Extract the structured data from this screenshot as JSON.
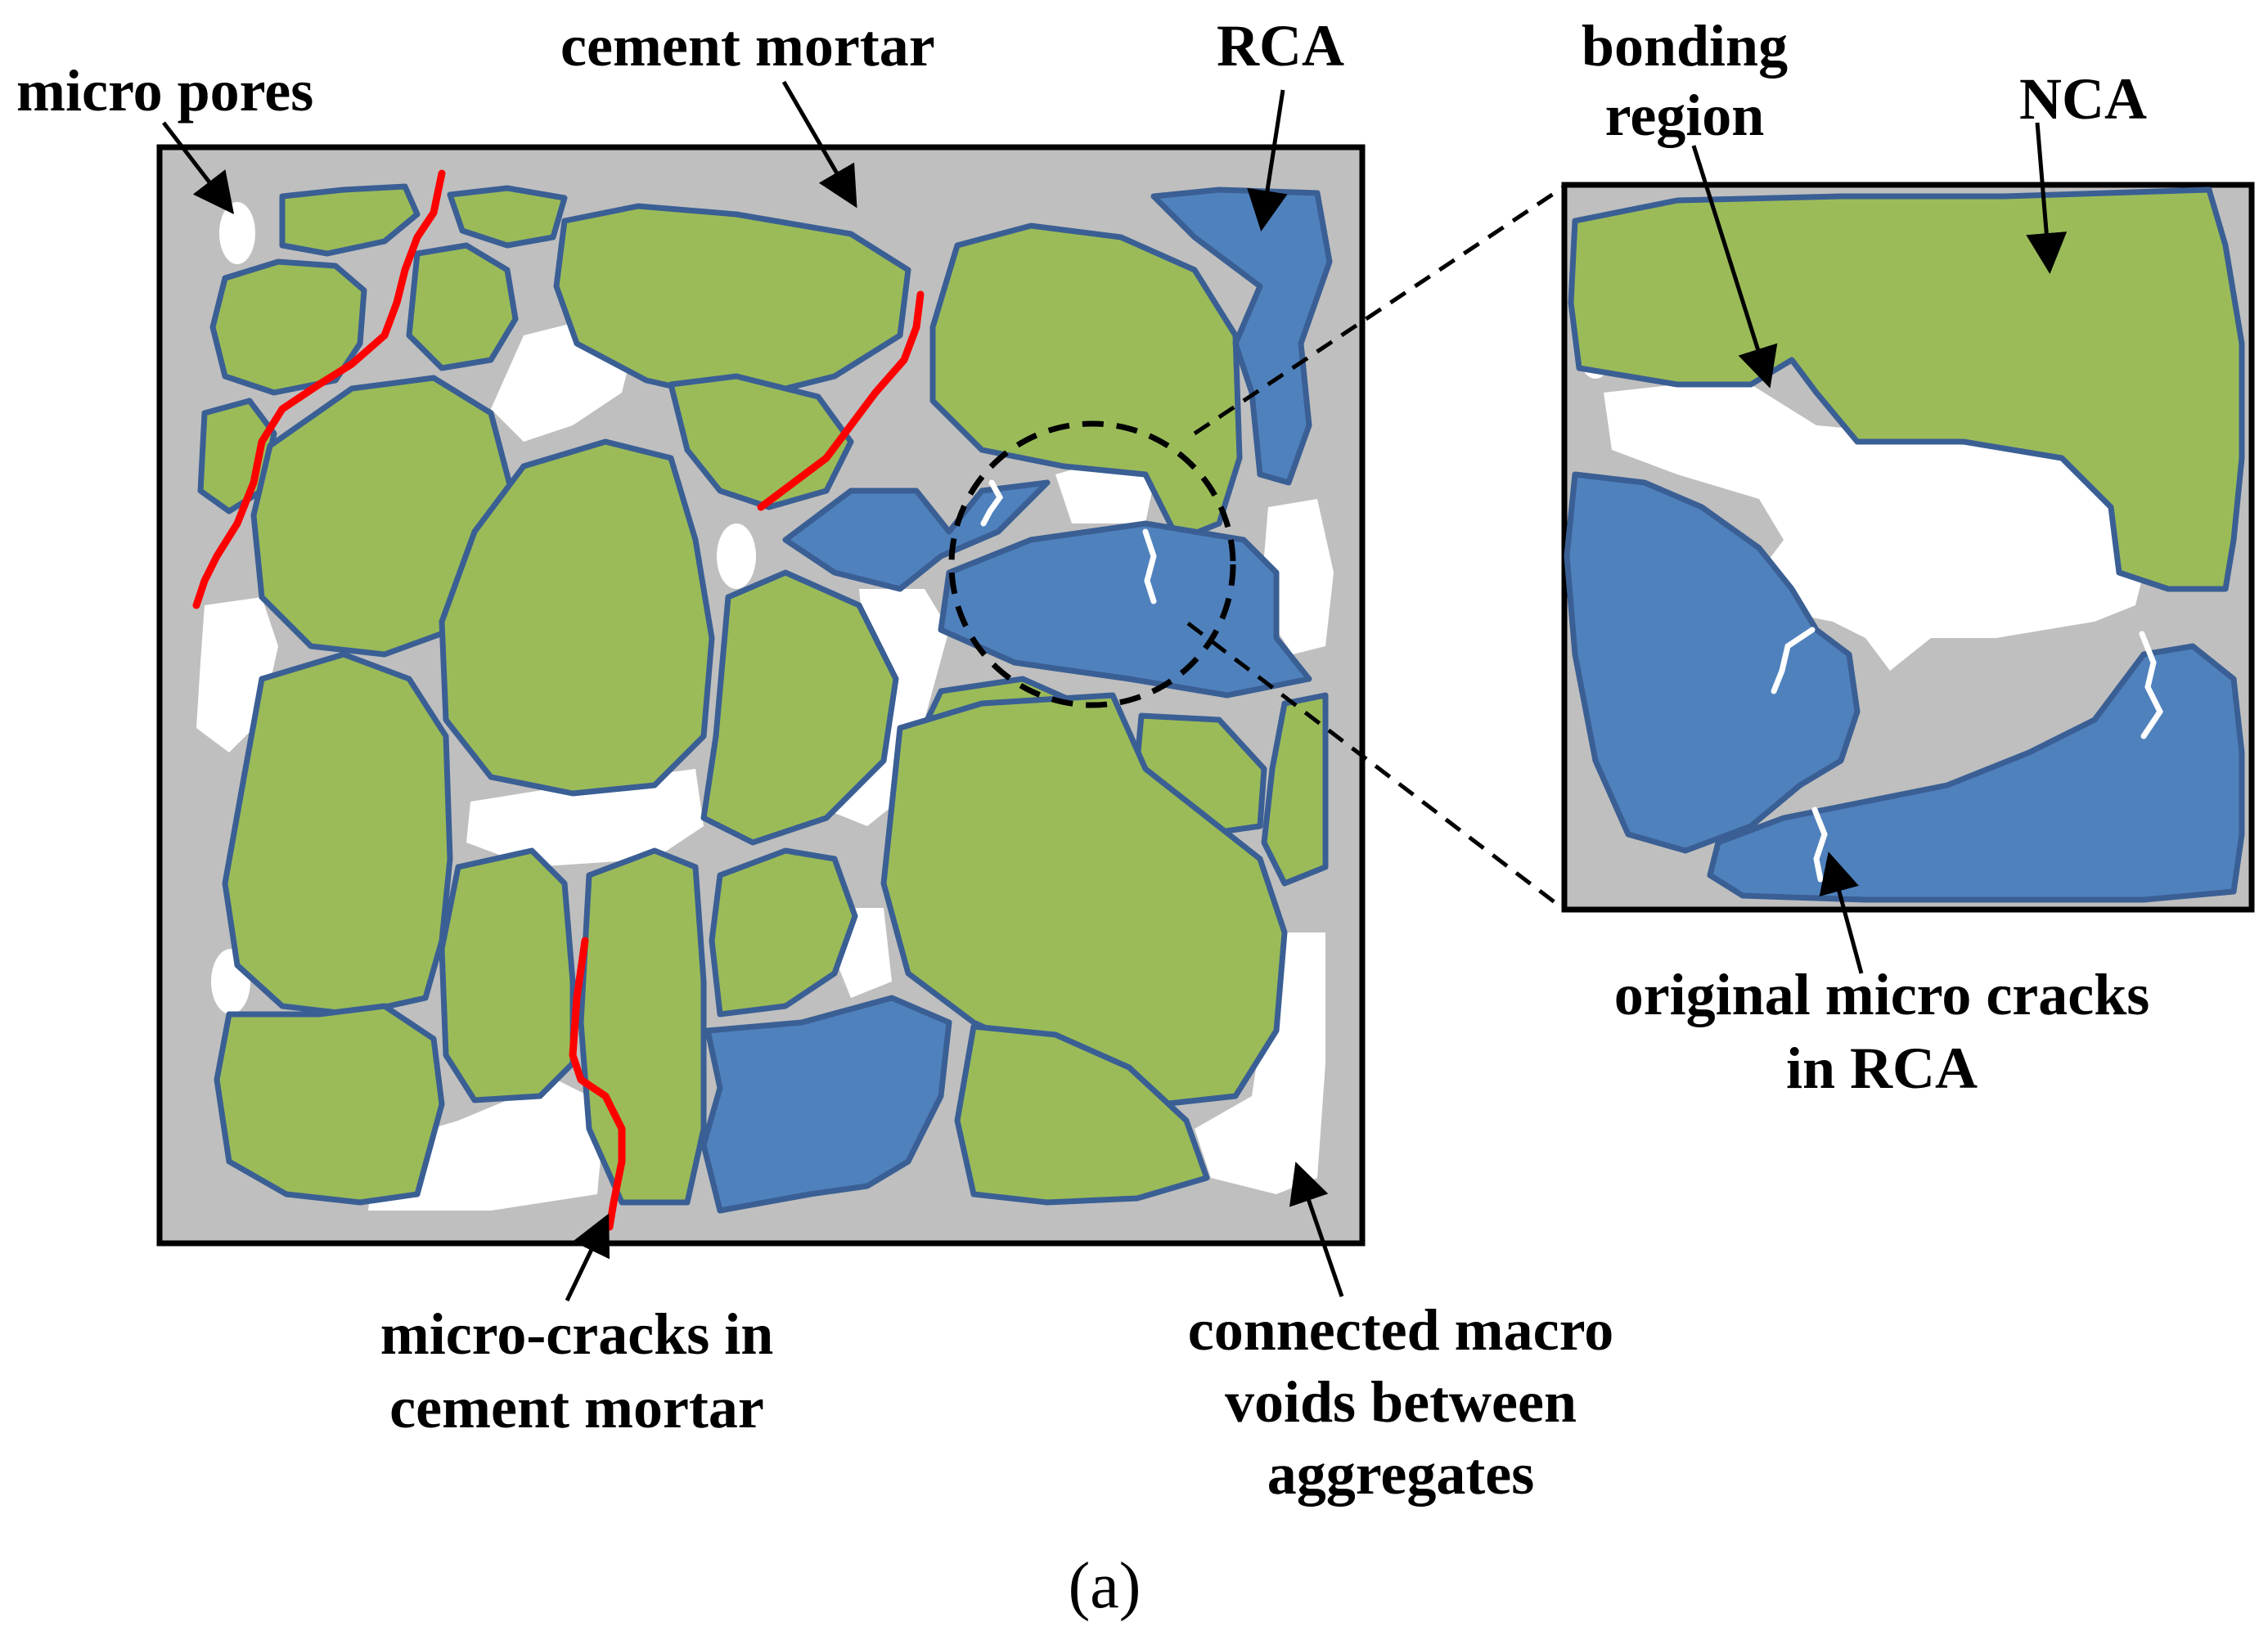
{
  "labels": {
    "micro_pores": "micro pores",
    "cement_mortar": "cement mortar",
    "rca": "RCA",
    "bonding_region_line1": "bonding",
    "bonding_region_line2": "region",
    "nca": "NCA",
    "original_cracks_line1": "original micro cracks",
    "original_cracks_line2": "in RCA",
    "mortar_cracks_line1": "micro-cracks in",
    "mortar_cracks_line2": "cement mortar",
    "macro_voids_line1": "connected macro",
    "macro_voids_line2": "voids between",
    "macro_voids_line3": "aggregates"
  },
  "caption": "(a)",
  "colors": {
    "mortar": "#bfbfbf",
    "nca": "#9bbb59",
    "rca": "#4f81bd",
    "outline": "#3a5f94",
    "void": "#ffffff",
    "mortar_crack": "#ff0000",
    "rca_crack": "#ffffff"
  }
}
